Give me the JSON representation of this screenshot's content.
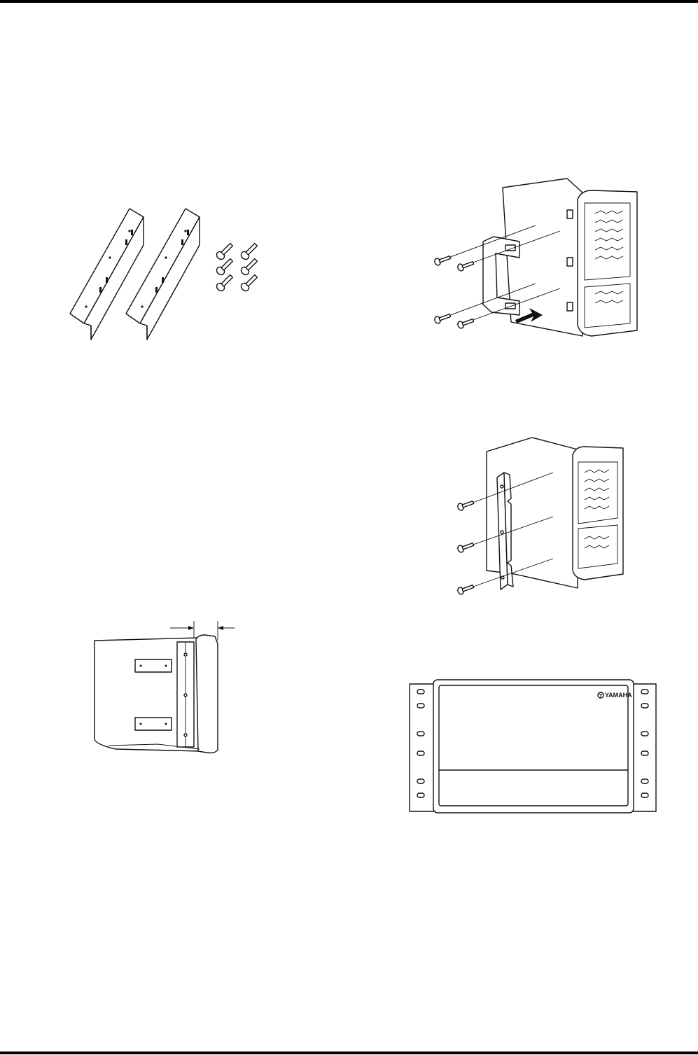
{
  "page": {
    "figures": [
      {
        "id": "kit-contents",
        "depicts": "two-rack-angles-and-six-screws"
      },
      {
        "id": "remove-handle",
        "depicts": "handle-removal"
      },
      {
        "id": "attach-rack-angle",
        "depicts": "rack-angle-attachment"
      },
      {
        "id": "side-view",
        "depicts": "mounted-side-view"
      },
      {
        "id": "front-view",
        "depicts": "front-view-with-rack-ears"
      }
    ],
    "logo": {
      "text": "YAMAHA"
    },
    "colors": {
      "ink": "#111111",
      "paper": "#ffffff"
    }
  }
}
